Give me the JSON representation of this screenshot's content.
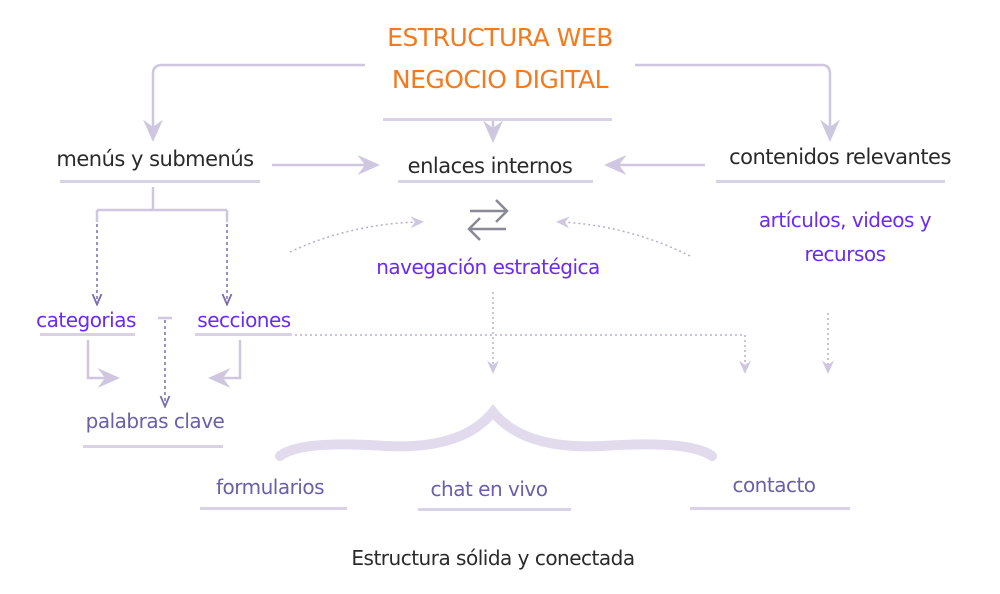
{
  "title": {
    "line1": "ESTRUCTURA WEB",
    "line2": "NEGOCIO DIGITAL"
  },
  "nodes": {
    "menus": "menús y submenús",
    "enlaces": "enlaces internos",
    "contenidos": "contenidos relevantes",
    "articulos_line1": "artículos, videos y",
    "articulos_line2": "recursos",
    "navegacion": "navegación estratégica",
    "categorias": "categorias",
    "secciones": "secciones",
    "palabras": "palabras clave",
    "formularios": "formularios",
    "chat": "chat en vivo",
    "contacto": "contacto"
  },
  "footer": "Estructura sólida y conectada",
  "icons": {
    "exchange": "exchange-arrows-icon"
  },
  "colors": {
    "title": "#f47a20",
    "accent": "#6a2cf0",
    "muted": "#6c5fa8",
    "lines": "#cfc6e0"
  }
}
